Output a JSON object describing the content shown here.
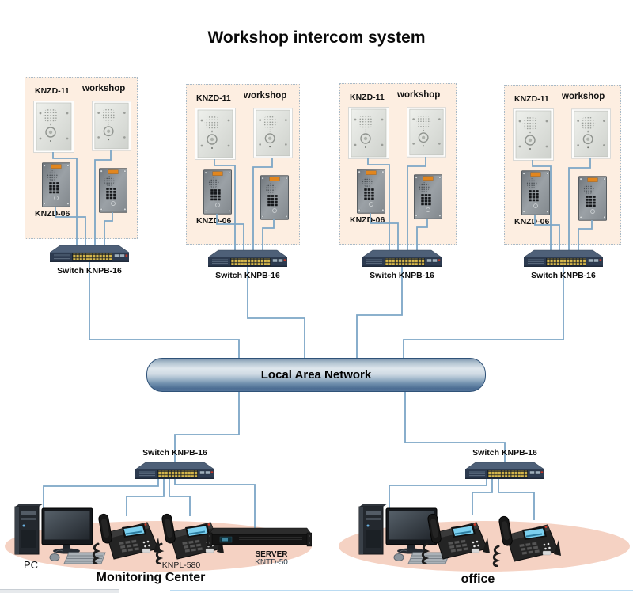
{
  "title": "Workshop intercom system",
  "lan": {
    "label": "Local Area Network"
  },
  "groups": [
    {
      "top_model": "KNZD-11",
      "zone": "workshop",
      "bottom_model": "KNZD-06",
      "switch_label": "Switch KNPB-16"
    },
    {
      "top_model": "KNZD-11",
      "zone": "workshop",
      "bottom_model": "KNZD-06",
      "switch_label": "Switch KNPB-16"
    },
    {
      "top_model": "KNZD-11",
      "zone": "workshop",
      "bottom_model": "KNZD-06",
      "switch_label": "Switch KNPB-16"
    },
    {
      "top_model": "KNZD-11",
      "zone": "workshop",
      "bottom_model": "KNZD-06",
      "switch_label": "Switch KNPB-16"
    }
  ],
  "monitoring_center": {
    "switch_label": "Switch KNPB-16",
    "pc_label": "PC",
    "phones_model": "KNPL-580",
    "server_title": "SERVER",
    "server_model": "KNTD-50",
    "label": "Monitoring Center"
  },
  "office": {
    "switch_label": "Switch KNPB-16",
    "label": "office"
  },
  "colors": {
    "connector_line": "#7CA6C6",
    "group_background": "#FDEEE1",
    "area_ellipse": "#F5D2C3",
    "pipe_border": "#2F5278",
    "switch_port": "#D9BA4E"
  }
}
